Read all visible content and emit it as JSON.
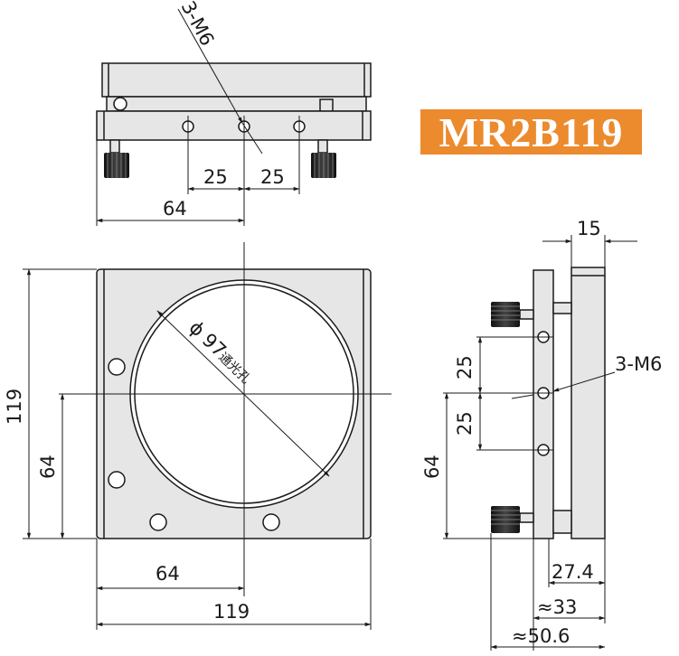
{
  "model": {
    "label": "MR2B119",
    "badge_color": "#ec8a2e"
  },
  "top_view": {
    "hole_callout": "3-M6",
    "spacing_left": "25",
    "spacing_right": "25",
    "offset": "64"
  },
  "front_view": {
    "height": "119",
    "offset_height": "64",
    "aperture_symbol": "ϕ",
    "aperture_value": "97",
    "aperture_note": "通光孔",
    "offset_width": "64",
    "width": "119"
  },
  "side_view": {
    "plate_thickness": "15",
    "hole_callout": "3-M6",
    "spacing_upper": "25",
    "spacing_lower": "25",
    "offset_height": "64",
    "depth_1": "27.4",
    "depth_2": "≈33",
    "depth_3": "≈50.6"
  },
  "colors": {
    "line": "#1a1a1a",
    "part_fill": "#e6e6e6",
    "knob": "#1c1c1c"
  }
}
